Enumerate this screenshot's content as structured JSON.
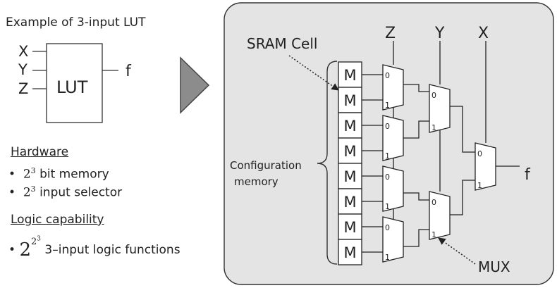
{
  "left": {
    "title": "Example of 3-input LUT",
    "lut_inputs": [
      "X",
      "Y",
      "Z"
    ],
    "lut_label": "LUT",
    "lut_output": "f",
    "hardware_heading": "Hardware",
    "hardware_items": [
      {
        "base": "2",
        "exp": "3",
        "text": "bit memory"
      },
      {
        "base": "2",
        "exp": "3",
        "text": "input selector"
      }
    ],
    "logic_heading": "Logic capability",
    "logic_item": {
      "base": "2",
      "exp1": "2",
      "exp2": "3",
      "text": "3–input logic functions"
    }
  },
  "right": {
    "sram_label": "SRAM Cell",
    "config_label_1": "Configuration",
    "config_label_2": "memory",
    "mux_label": "MUX",
    "inputs": [
      "Z",
      "Y",
      "X"
    ],
    "output": "f",
    "memory_cell_label": "M",
    "memory_cell_count": 8,
    "mux_port_labels": [
      "0",
      "1"
    ]
  }
}
